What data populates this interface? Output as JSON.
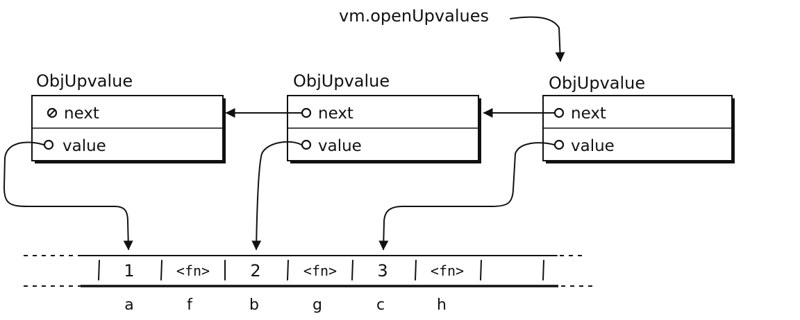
{
  "head_pointer": {
    "label": "vm.openUpvalues"
  },
  "upvalues": [
    {
      "type_label": "ObjUpvalue",
      "next_label": "next",
      "value_label": "value",
      "next_is_null": true
    },
    {
      "type_label": "ObjUpvalue",
      "next_label": "next",
      "value_label": "value",
      "next_is_null": false
    },
    {
      "type_label": "ObjUpvalue",
      "next_label": "next",
      "value_label": "value",
      "next_is_null": false
    }
  ],
  "stack": {
    "slots": [
      "1",
      "<fn>",
      "2",
      "<fn>",
      "3",
      "<fn>",
      ""
    ],
    "variables": [
      "a",
      "f",
      "b",
      "g",
      "c",
      "h"
    ]
  }
}
